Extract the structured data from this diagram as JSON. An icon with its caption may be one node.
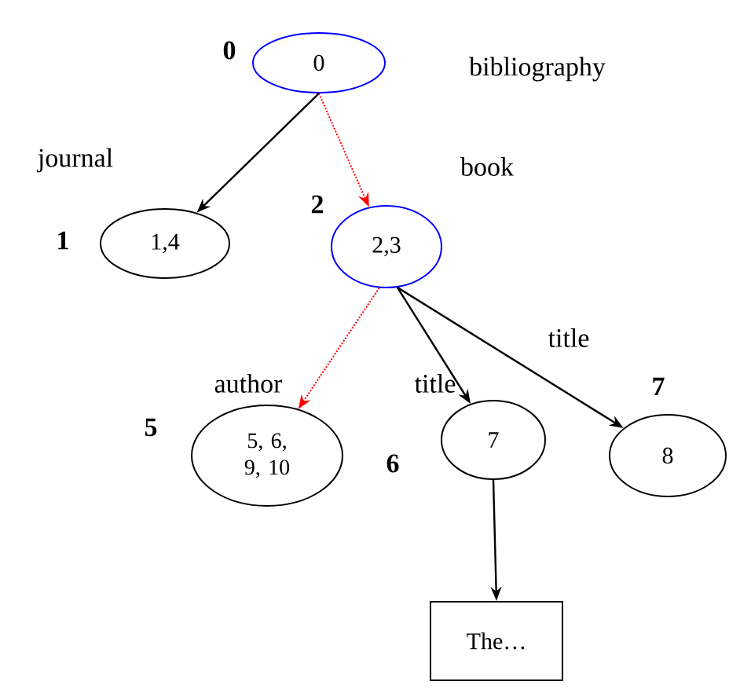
{
  "diagram": {
    "nodes": [
      {
        "text": [
          "0"
        ],
        "beside": [
          "0",
          "bibliography"
        ]
      },
      {
        "text": [
          "1,4"
        ],
        "beside": [
          "1"
        ]
      },
      {
        "text": [
          "2,3"
        ],
        "beside": [
          "2"
        ]
      },
      {
        "text": [
          "5, 6, 9, 10"
        ],
        "beside": [
          "5"
        ]
      },
      {
        "text": [
          "7"
        ],
        "beside": [
          "6"
        ]
      },
      {
        "text": [
          "8"
        ],
        "beside": [
          "7"
        ]
      },
      {
        "text": [
          "The…"
        ]
      }
    ],
    "edges": [
      {
        "from": 0,
        "to": 1,
        "arrow": "to",
        "label": "journal"
      },
      {
        "from": 0,
        "to": 2,
        "arrow": "to",
        "label": "book",
        "style": "dashed",
        "color": "#ff0000"
      },
      {
        "from": 2,
        "to": 3,
        "arrow": "to",
        "label": "author",
        "style": "dashed",
        "color": "#ff0000"
      },
      {
        "from": 2,
        "to": 4,
        "arrow": "to",
        "label": "title"
      },
      {
        "from": 2,
        "to": 5,
        "arrow": "to",
        "label": "title"
      },
      {
        "from": 4,
        "to": 6,
        "arrow": "to"
      }
    ]
  }
}
